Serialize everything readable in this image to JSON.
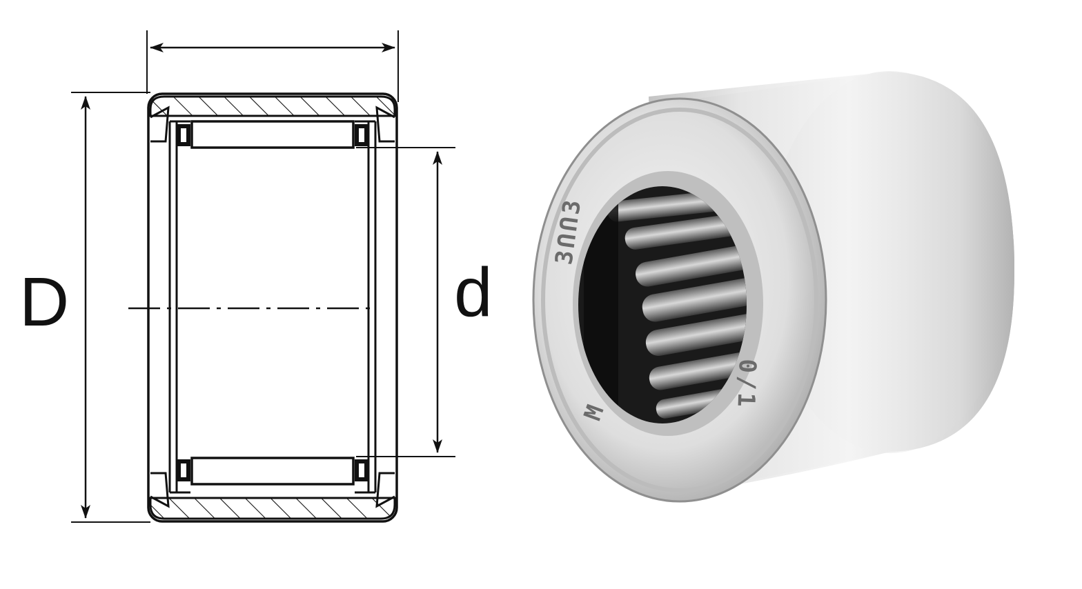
{
  "drawing": {
    "outer_diameter_label": "D",
    "inner_diameter_label": "d"
  },
  "photo": {
    "marking_top": "3ՈՈ3",
    "marking_right": "0/1",
    "marking_bottom": "M"
  },
  "colors": {
    "line": "#111111",
    "steel_light": "#efefef",
    "steel_mid": "#d2d2d2",
    "steel_dark": "#9a9a9a",
    "bore": "#1a1a1a"
  }
}
